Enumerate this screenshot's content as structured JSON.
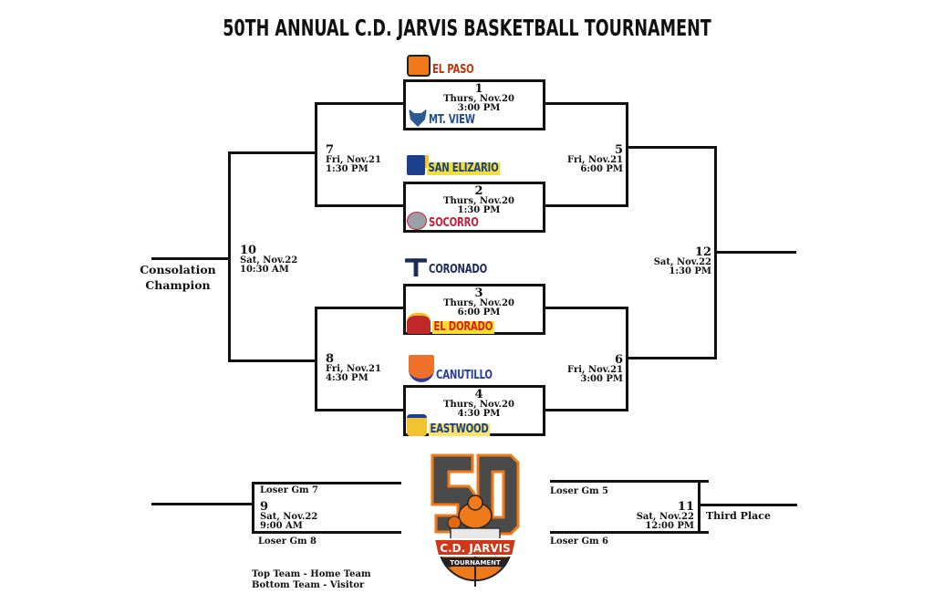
{
  "title": "50TH ANNUAL C.D. JARVIS BASKETBALL TOURNAMENT",
  "colors": {
    "line": "#111111",
    "orange": "#f07a1a",
    "dark_gray": "#4a4a4a"
  },
  "first_round": [
    {
      "game": "1",
      "date": "Thurs, Nov.20",
      "time": "3:00 PM",
      "top_team": {
        "name": "EL PASO",
        "logo": "tiger-icon",
        "color": "#c0360c",
        "fill": "#f4a51c"
      },
      "bottom_team": {
        "name": "MT. VIEW",
        "logo": "wolf-icon",
        "color": "#1f4e8c",
        "fill": "#2d5b93"
      }
    },
    {
      "game": "2",
      "date": "Thurs, Nov.20",
      "time": "1:30 PM",
      "top_team": {
        "name": "SAN ELIZARIO",
        "logo": "eagle-icon",
        "color": "#1c3f8c",
        "fill": "#f2c230"
      },
      "bottom_team": {
        "name": "SOCORRO",
        "logo": "bulldog-icon",
        "color": "#c41f3a",
        "fill": "#9aa0a8"
      }
    },
    {
      "game": "3",
      "date": "Thurs, Nov.20",
      "time": "6:00 PM",
      "top_team": {
        "name": "CORONADO",
        "logo": "thunderbird-icon",
        "color": "#1f2a5c",
        "fill": "#c7a640"
      },
      "bottom_team": {
        "name": "EL DORADO",
        "logo": "aztec-icon",
        "color": "#d81e1e",
        "fill": "#f2c01e"
      }
    },
    {
      "game": "4",
      "date": "Thurs, Nov.20",
      "time": "4:30 PM",
      "top_team": {
        "name": "CANUTILLO",
        "logo": "canutillo-shield-icon",
        "color": "#2a3f9c",
        "fill": "#f0702a"
      },
      "bottom_team": {
        "name": "EASTWOOD",
        "logo": "trooper-icon",
        "color": "#1c3f8c",
        "fill": "#f2c230"
      }
    }
  ],
  "consolation_bracket": [
    {
      "game": "7",
      "date": "Fri, Nov.21",
      "time": "1:30 PM"
    },
    {
      "game": "8",
      "date": "Fri, Nov.21",
      "time": "4:30 PM"
    },
    {
      "game": "10",
      "date": "Sat, Nov.22",
      "time": "10:30 AM",
      "result_label_1": "Consolation",
      "result_label_2": "Champion"
    }
  ],
  "championship_bracket": [
    {
      "game": "5",
      "date": "Fri, Nov.21",
      "time": "6:00 PM"
    },
    {
      "game": "6",
      "date": "Fri, Nov.21",
      "time": "3:00 PM"
    },
    {
      "game": "12",
      "date": "Sat, Nov.22",
      "time": "1:30 PM"
    }
  ],
  "game9": {
    "game": "9",
    "date": "Sat, Nov.22",
    "time": "9:00 AM",
    "top": "Loser Gm 7",
    "bottom": "Loser Gm 8"
  },
  "game11": {
    "game": "11",
    "date": "Sat, Nov.22",
    "time": "12:00 PM",
    "top": "Loser Gm 5",
    "bottom": "Loser Gm 6",
    "result": "Third Place"
  },
  "legend": {
    "line1": "Top Team - Home Team",
    "line2": "Bottom Team - Visitor"
  },
  "emblem": {
    "number": "50",
    "name": "C.D. JARVIS",
    "subtitle": "TOURNAMENT"
  }
}
